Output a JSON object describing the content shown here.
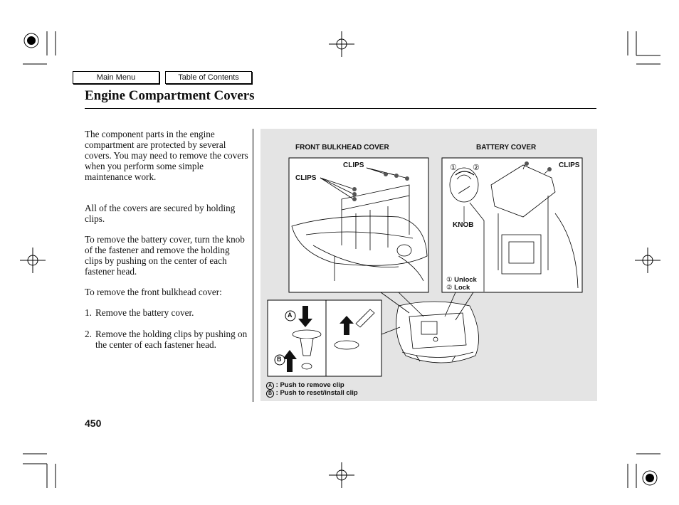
{
  "nav": {
    "main_menu": "Main Menu",
    "toc": "Table of Contents"
  },
  "page": {
    "title": "Engine Compartment Covers",
    "number": "450"
  },
  "body": {
    "p1": "The component parts in the engine compartment are protected by several covers. You may need to remove the covers when you perform some simple maintenance work.",
    "p2": "All of the covers are secured by holding clips.",
    "p3": "To remove the battery cover, turn the knob of the fastener and remove the holding clips by pushing on the center of each fastener head.",
    "p4": "To remove the front bulkhead cover:",
    "steps": [
      {
        "n": "1.",
        "text": "Remove the battery cover."
      },
      {
        "n": "2.",
        "text": "Remove the holding clips by pushing on the center of each fastener head."
      }
    ]
  },
  "figure": {
    "front_label": "FRONT BULKHEAD COVER",
    "battery_label": "BATTERY COVER",
    "clips_a": "CLIPS",
    "clips_b": "CLIPS",
    "clips_c": "CLIPS",
    "knob": "KNOB",
    "unlock": "Unlock",
    "lock": "Lock",
    "num1": "①",
    "num2": "②",
    "marker_a": "A",
    "marker_b": "B",
    "legend_a": ": Push to remove clip",
    "legend_b": ": Push to reset/install clip"
  }
}
